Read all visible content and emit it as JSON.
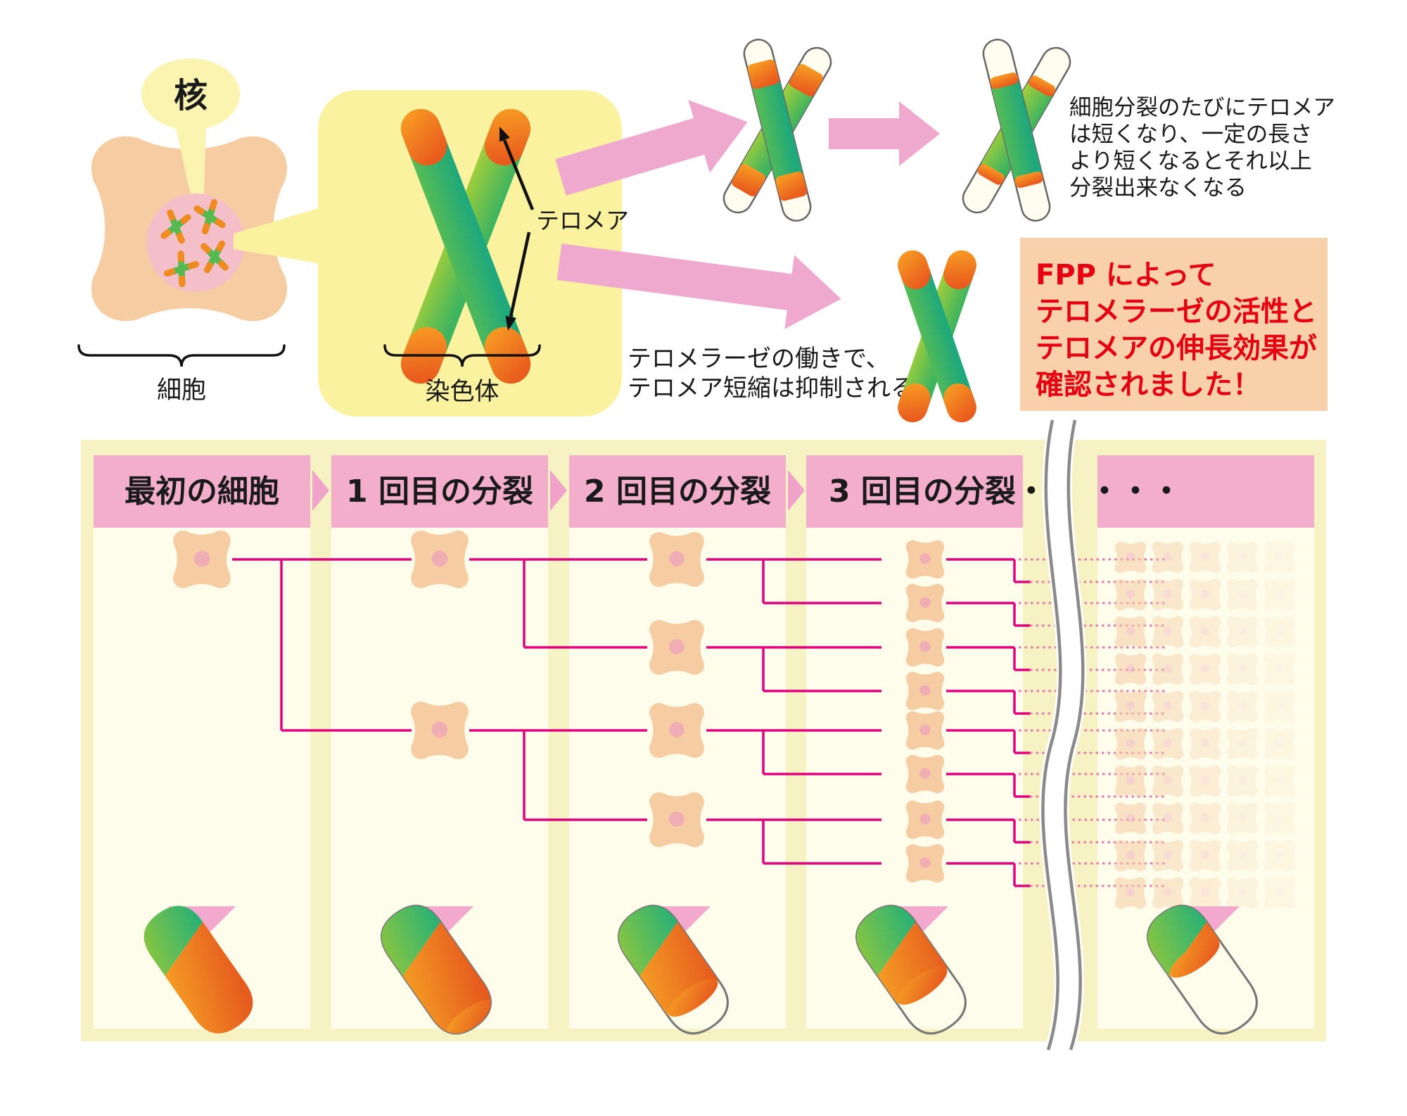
{
  "labels": {
    "nucleus": "核",
    "cell": "細胞",
    "chromosome": "染色体",
    "telomere": "テロメア"
  },
  "notes": {
    "division_note_lines": [
      "細胞分裂のたびにテロメア",
      "は短くなり、一定の長さ",
      "より短くなるとそれ以上",
      "分裂出来なくなる"
    ],
    "telomerase_note_lines": [
      "テロメラーゼの働きで、",
      "テロメア短縮は抑制される"
    ],
    "fpp_box_lines": [
      "FPP によって",
      "テロメラーゼの活性と",
      "テロメアの伸長効果が",
      "確認されました！"
    ]
  },
  "division_table": {
    "headers": [
      "最初の細胞",
      "1 回目の分裂",
      "2 回目の分裂",
      "3 回目の分裂・・",
      "・・・"
    ],
    "panels": [
      {
        "name": "initial-cell",
        "cells": 1,
        "telomere_fraction": 1.0
      },
      {
        "name": "division-1",
        "cells": 2,
        "telomere_fraction": 0.9
      },
      {
        "name": "division-2",
        "cells": 4,
        "telomere_fraction": 0.62
      },
      {
        "name": "division-3",
        "cells": 8,
        "telomere_fraction": 0.46
      },
      {
        "name": "division-n",
        "cells": 50,
        "telomere_fraction": 0.1
      }
    ],
    "faded_grid": {
      "columns": 5,
      "rows": 10,
      "column_opacities": [
        0.55,
        0.42,
        0.3,
        0.19,
        0.11
      ]
    }
  },
  "colors": {
    "magenta_line": "#e3007f",
    "dotted_line": "#e87aae",
    "header_pink": "#f2aecb",
    "arrow_pink": "#efa9cf",
    "triangle_pink": "#f0a3c8",
    "bottom_triangle_pink": "#f2a9cd",
    "frame_yellow": "#f6f2c3",
    "panel_cream": "#fefdeb",
    "box_yellow": "#faf29f",
    "bubble_yellow": "#faf4b0",
    "cell_peach": "#f6cda3",
    "cell_nucleus_dot": "#f0adb4",
    "nucleus_pink": "#f5bfc9",
    "green_light": "#9acb3b",
    "green_dark": "#2eb273",
    "orange_light": "#f9a01b",
    "orange_dark": "#ed5a23",
    "fpp_bg": "#f8d0a9",
    "fpp_red": "#e60012",
    "chromosome_outline": "#666666",
    "wavy_gray": "#8a8a8a",
    "text_black": "#1a1a1a"
  }
}
